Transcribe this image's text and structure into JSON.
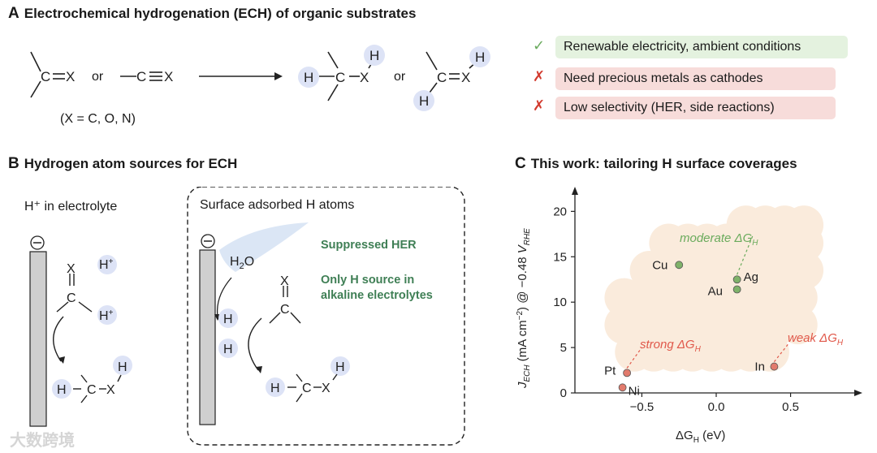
{
  "panel_a": {
    "letter": "A",
    "title": "Electrochemical hydrogenation (ECH) of organic substrates",
    "x_def": "(X = C, O, N)",
    "or": "or",
    "features": [
      {
        "mark": "✓",
        "text": "Renewable electricity, ambient conditions",
        "kind": "good"
      },
      {
        "mark": "✗",
        "text": "Need precious metals as cathodes",
        "kind": "bad"
      },
      {
        "mark": "✗",
        "text": "Low selectivity (HER, side reactions)",
        "kind": "bad"
      }
    ]
  },
  "panel_b": {
    "letter": "B",
    "title": "Hydrogen atom sources for ECH",
    "left_label": "H⁺ in electrolyte",
    "box_label": "Surface adsorbed H atoms",
    "note1": "Suppressed HER",
    "note2_line1": "Only H source in",
    "note2_line2": "alkaline electrolytes"
  },
  "panel_c": {
    "letter": "C",
    "title": "This work: tailoring H surface coverages",
    "annotations": {
      "moderate": "moderate ΔG",
      "strong": "strong ΔG",
      "weak": "weak ΔG",
      "sub": "H"
    }
  },
  "chart_data": {
    "type": "scatter",
    "xlabel": "ΔGH (eV)",
    "ylabel": "JECH (mA cm−2) @ −0.48 VRHE",
    "xlim": [
      -0.95,
      0.95
    ],
    "ylim": [
      0,
      22
    ],
    "x_ticks": [
      -0.5,
      0.0,
      0.5
    ],
    "x_tick_labels": [
      "−0.5",
      "0.0",
      "0.5"
    ],
    "y_ticks": [
      0,
      5,
      10,
      15,
      20
    ],
    "y_tick_labels": [
      "0",
      "5",
      "10",
      "15",
      "20"
    ],
    "grid": false,
    "points": [
      {
        "label": "Cu",
        "x": -0.25,
        "y": 14.1,
        "color": "#7fb26a"
      },
      {
        "label": "Ag",
        "x": 0.14,
        "y": 12.5,
        "color": "#7fb26a"
      },
      {
        "label": "Au",
        "x": 0.14,
        "y": 11.4,
        "color": "#7fb26a"
      },
      {
        "label": "Pt",
        "x": -0.6,
        "y": 2.2,
        "color": "#e27b6d"
      },
      {
        "label": "Ni",
        "x": -0.63,
        "y": 0.6,
        "color": "#e27b6d"
      },
      {
        "label": "In",
        "x": 0.39,
        "y": 2.9,
        "color": "#e27b6d"
      }
    ]
  },
  "watermark": "大数跨境"
}
